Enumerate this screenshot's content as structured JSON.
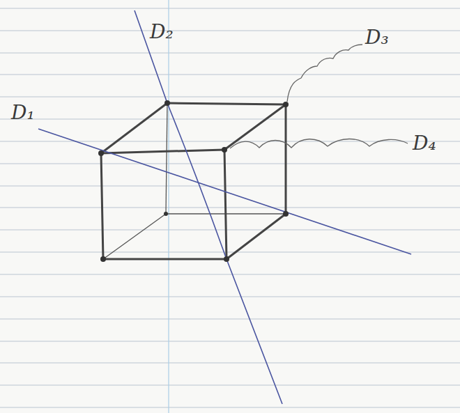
{
  "diagram": {
    "labels": [
      "D₁",
      "D₂",
      "D₃",
      "D₄"
    ]
  }
}
